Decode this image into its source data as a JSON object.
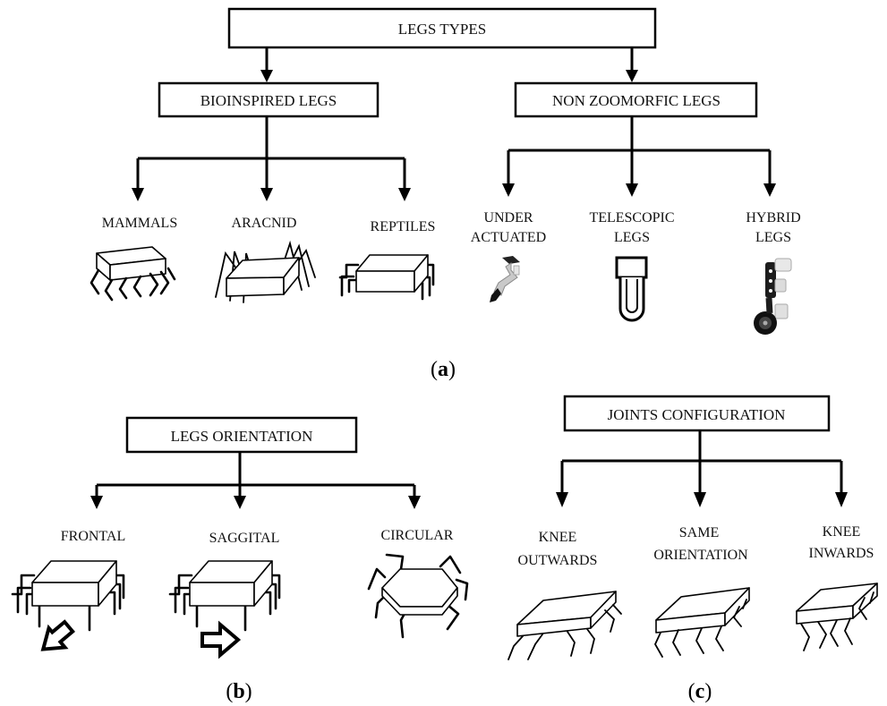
{
  "panel_a": {
    "root": "LEGS TYPES",
    "left_group": "BIOINSPIRED LEGS",
    "right_group": "NON  ZOOMORFIC LEGS",
    "bio_types": [
      "MAMMALS",
      "ARACNID",
      "REPTILES"
    ],
    "non_types": [
      [
        "UNDER",
        "ACTUATED"
      ],
      [
        "TELESCOPIC",
        "LEGS"
      ],
      [
        "HYBRID",
        "LEGS"
      ]
    ],
    "caption": "a"
  },
  "panel_b": {
    "root": "LEGS ORIENTATION",
    "types": [
      "FRONTAL",
      "SAGGITAL",
      "CIRCULAR"
    ],
    "caption": "b"
  },
  "panel_c": {
    "root": "JOINTS CONFIGURATION",
    "types": [
      [
        "KNEE",
        "OUTWARDS"
      ],
      [
        "SAME",
        "ORIENTATION"
      ],
      [
        "KNEE",
        "INWARDS"
      ]
    ],
    "caption": "c"
  }
}
